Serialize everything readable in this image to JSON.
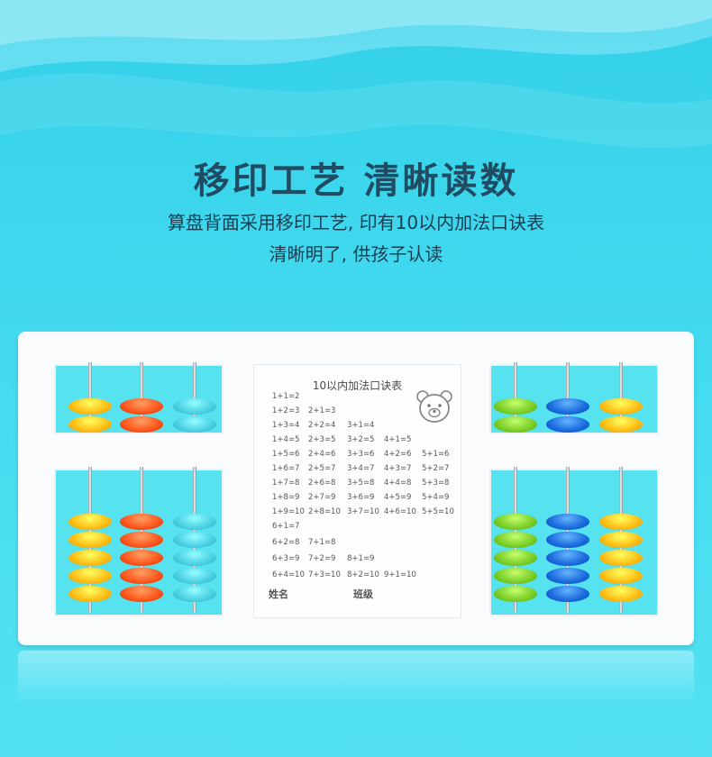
{
  "headline": "移印工艺 清晰读数",
  "subline_1": "算盘背面采用移印工艺, 印有10以内加法口诀表",
  "subline_2": "清晰明了, 供孩子认读",
  "card": {
    "title": "10以内加法口诀表",
    "name_label": "姓名",
    "class_label": "班级",
    "columns": [
      [
        "1+1=2",
        "1+2=3",
        "1+3=4",
        "1+4=5",
        "1+5=6",
        "1+6=7",
        "1+7=8",
        "1+8=9",
        "1+9=10",
        "6+1=7",
        "6+2=8",
        "6+3=9",
        "6+4=10"
      ],
      [
        "2+1=3",
        "2+2=4",
        "2+3=5",
        "2+4=6",
        "2+5=7",
        "2+6=8",
        "2+7=9",
        "2+8=10",
        "7+1=8",
        "7+2=9",
        "7+3=10"
      ],
      [
        "3+1=4",
        "3+2=5",
        "3+3=6",
        "3+4=7",
        "3+5=8",
        "3+6=9",
        "3+7=10",
        "8+1=9",
        "8+2=10"
      ],
      [
        "4+1=5",
        "4+2=6",
        "4+3=7",
        "4+4=8",
        "4+5=9",
        "4+6=10",
        "9+1=10"
      ],
      [
        "5+1=6",
        "5+2=7",
        "5+3=8",
        "5+4=9",
        "5+5=10"
      ]
    ]
  },
  "colors": {
    "yellow": "#ffc21a",
    "orange": "#ff5a1f",
    "cyan": "#4fd3e6",
    "green": "#7fd12b",
    "blue": "#1f6fe0",
    "frame": "#fafbfc",
    "window": "#57e2f0",
    "headline": "#1f4b63"
  },
  "rods": [
    {
      "section": "top-left",
      "color": "yellow",
      "beads": 2
    },
    {
      "section": "top-left",
      "color": "orange",
      "beads": 2
    },
    {
      "section": "top-left",
      "color": "cyan",
      "beads": 2
    },
    {
      "section": "bottom-left",
      "color": "yellow",
      "beads": 5
    },
    {
      "section": "bottom-left",
      "color": "orange",
      "beads": 5
    },
    {
      "section": "bottom-left",
      "color": "cyan",
      "beads": 5
    },
    {
      "section": "top-right",
      "color": "green",
      "beads": 2
    },
    {
      "section": "top-right",
      "color": "blue",
      "beads": 2
    },
    {
      "section": "top-right",
      "color": "yellow",
      "beads": 2
    },
    {
      "section": "bottom-right",
      "color": "green",
      "beads": 5
    },
    {
      "section": "bottom-right",
      "color": "blue",
      "beads": 5
    },
    {
      "section": "bottom-right",
      "color": "yellow",
      "beads": 5
    }
  ]
}
